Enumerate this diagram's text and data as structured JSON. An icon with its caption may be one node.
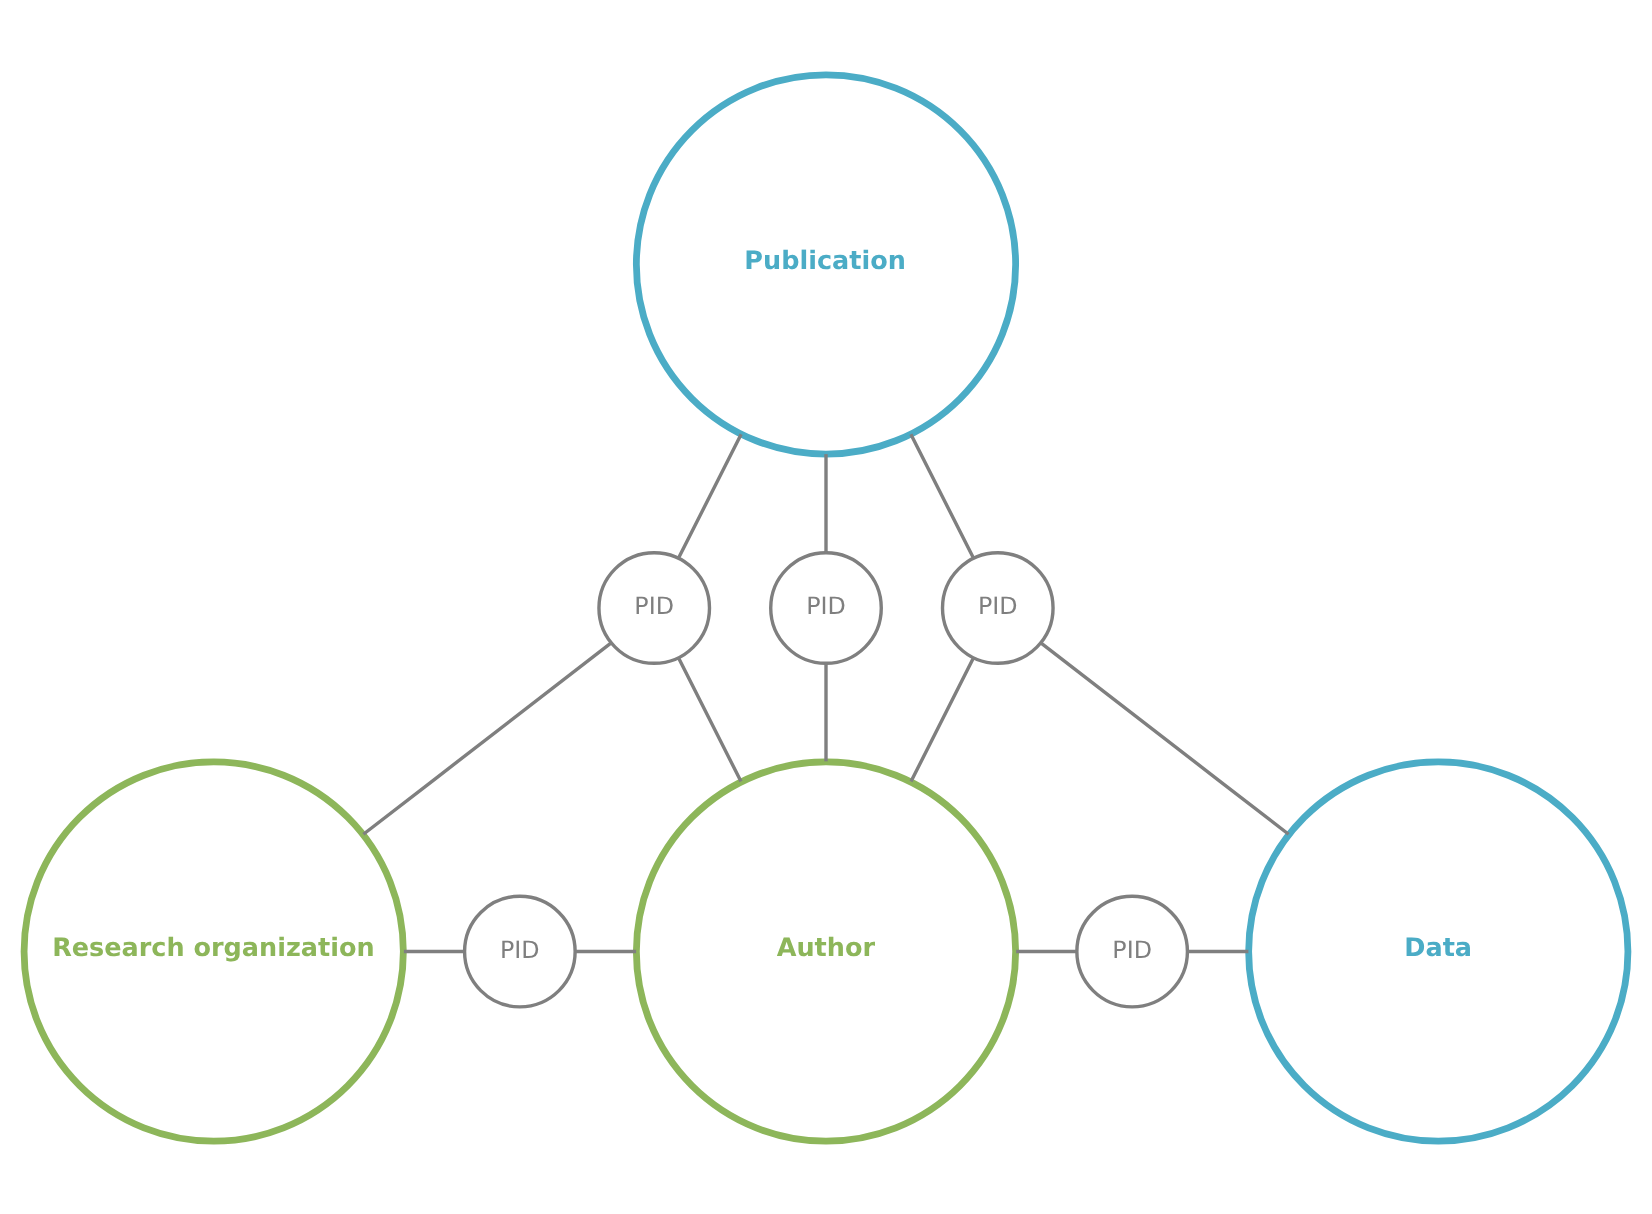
{
  "diagram": {
    "nodes": [
      {
        "text": [
          "Publication"
        ]
      },
      {
        "text": [
          "PID"
        ]
      },
      {
        "text": [
          "PID"
        ]
      },
      {
        "text": [
          "PID"
        ]
      },
      {
        "text": [
          "Research organization"
        ]
      },
      {
        "text": [
          "PID"
        ]
      },
      {
        "text": [
          "Author"
        ]
      },
      {
        "text": [
          "PID"
        ]
      },
      {
        "text": [
          "Data"
        ]
      }
    ],
    "edges": [
      {
        "from": 0,
        "to": 1,
        "arrow": "none"
      },
      {
        "from": 0,
        "to": 2,
        "arrow": "none"
      },
      {
        "from": 0,
        "to": 3,
        "arrow": "none"
      },
      {
        "from": 1,
        "to": 4,
        "arrow": "none"
      },
      {
        "from": 1,
        "to": 6,
        "arrow": "none"
      },
      {
        "from": 2,
        "to": 6,
        "arrow": "none"
      },
      {
        "from": 3,
        "to": 6,
        "arrow": "none"
      },
      {
        "from": 3,
        "to": 8,
        "arrow": "none"
      },
      {
        "from": 4,
        "to": 5,
        "arrow": "none"
      },
      {
        "from": 5,
        "to": 6,
        "arrow": "none"
      },
      {
        "from": 6,
        "to": 7,
        "arrow": "none"
      },
      {
        "from": 7,
        "to": 8,
        "arrow": "none"
      }
    ]
  }
}
